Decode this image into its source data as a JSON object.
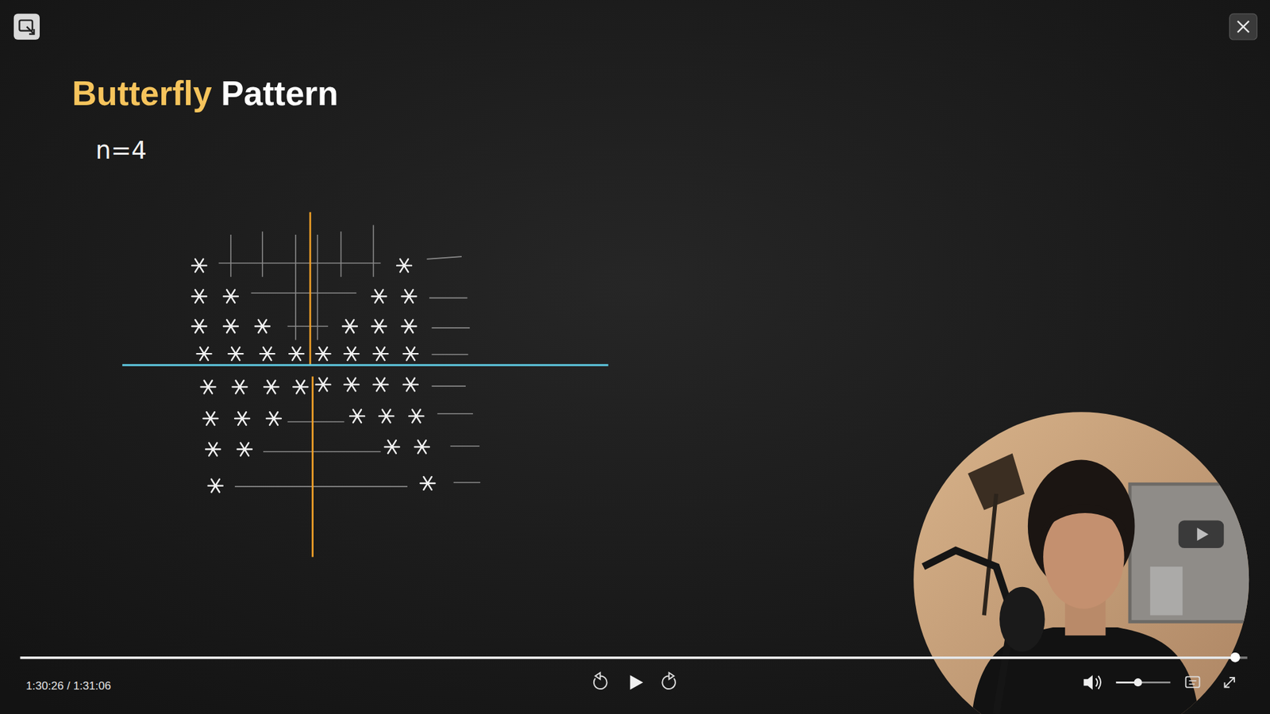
{
  "diagram": {
    "labels": [
      "Butterfly",
      "Pattern",
      "n=4",
      "1:30:26 / 1:31:06"
    ]
  }
}
